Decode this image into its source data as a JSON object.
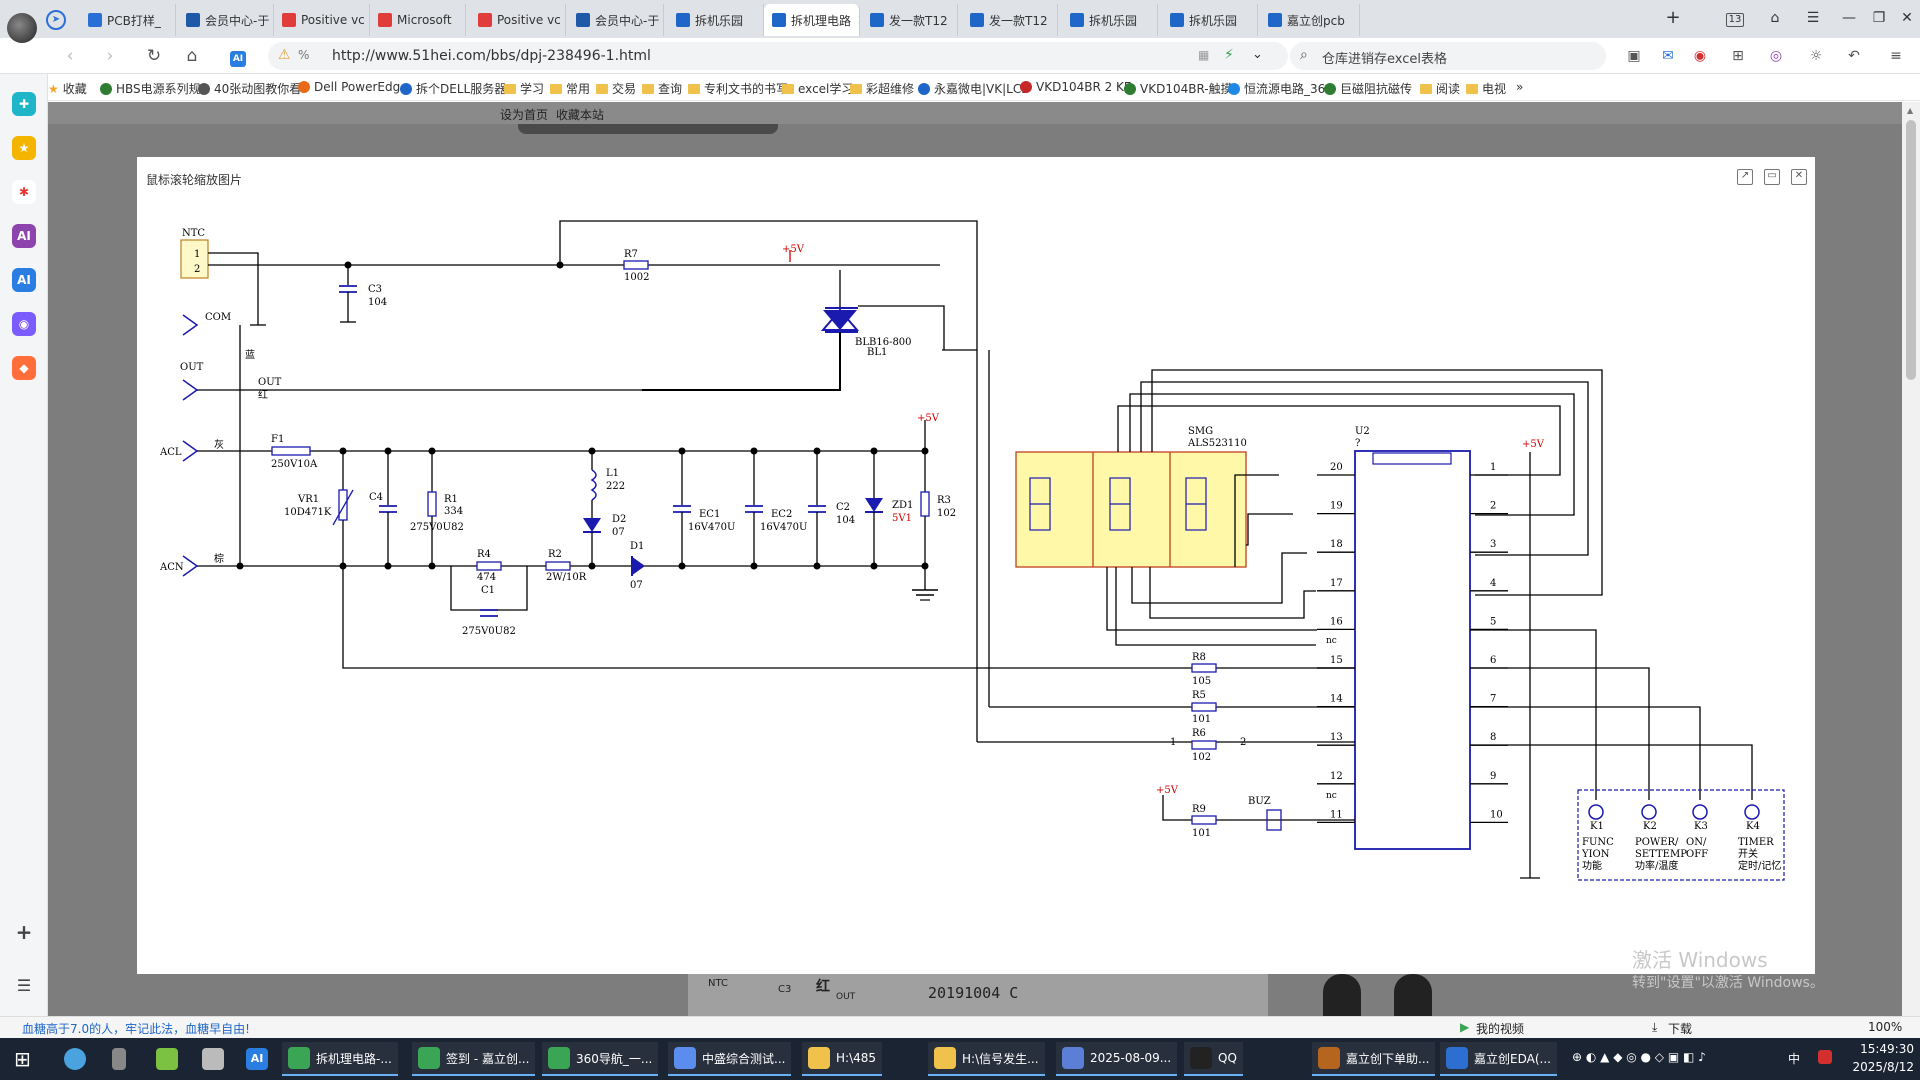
{
  "tabs": [
    {
      "label": "PCB打样_",
      "icon_color": "#2a6fd6",
      "icon": "pcb-icon"
    },
    {
      "label": "会员中心-于",
      "icon_color": "#1f5aa8",
      "icon": "lcsc-icon"
    },
    {
      "label": "Positive vc",
      "icon_color": "#e03c3c",
      "icon": "pdf-icon"
    },
    {
      "label": "Microsoft",
      "icon_color": "#e03c3c",
      "icon": "pdf-icon"
    },
    {
      "label": "Positive vc",
      "icon_color": "#e03c3c",
      "icon": "pdf-icon"
    },
    {
      "label": "会员中心-于",
      "icon_color": "#1f5aa8",
      "icon": "lcsc-icon"
    },
    {
      "label": "拆机乐园",
      "icon_color": "#1e66c8",
      "icon": "51hei-icon"
    },
    {
      "label": "拆机理电路",
      "icon_color": "#1e66c8",
      "icon": "51hei-icon",
      "active": true
    },
    {
      "label": "发一款T12",
      "icon_color": "#1e66c8",
      "icon": "51hei-icon"
    },
    {
      "label": "发一款T12",
      "icon_color": "#1e66c8",
      "icon": "51hei-icon"
    },
    {
      "label": "拆机乐园",
      "icon_color": "#1e66c8",
      "icon": "51hei-icon"
    },
    {
      "label": "拆机乐园",
      "icon_color": "#1e66c8",
      "icon": "51hei-icon"
    },
    {
      "label": "嘉立创pcb",
      "icon_color": "#1e66c8",
      "icon": "51hei-icon"
    }
  ],
  "tab_count": "13",
  "address": {
    "url": "http://www.51hei.com/bbs/dpj-238496-1.html"
  },
  "search": {
    "text": "仓库进销存excel表格"
  },
  "bookmarks": [
    {
      "label": "收藏",
      "type": "star"
    },
    {
      "label": "HBS电源系列规",
      "type": "site",
      "color": "#2e7d32"
    },
    {
      "label": "40张动图教你看",
      "type": "site",
      "color": "#555555"
    },
    {
      "label": "Dell PowerEdge",
      "type": "site",
      "color": "#e86a1a"
    },
    {
      "label": "拆个DELL服务器",
      "type": "site",
      "color": "#1e66c8"
    },
    {
      "label": "学习",
      "type": "folder"
    },
    {
      "label": "常用",
      "type": "folder"
    },
    {
      "label": "交易",
      "type": "folder"
    },
    {
      "label": "查询",
      "type": "folder"
    },
    {
      "label": "专利文书的书写",
      "type": "folder"
    },
    {
      "label": "excel学习",
      "type": "folder"
    },
    {
      "label": "彩超维修",
      "type": "folder"
    },
    {
      "label": "永嘉微电|VK|LCD",
      "type": "site",
      "color": "#1e66c8"
    },
    {
      "label": "VKD104BR 2 KE",
      "type": "site",
      "color": "#c62828"
    },
    {
      "label": "VKD104BR-触摸",
      "type": "site",
      "color": "#2e7d32"
    },
    {
      "label": "恒流源电路_360",
      "type": "site",
      "color": "#1e88e5"
    },
    {
      "label": "巨磁阻抗磁传",
      "type": "site",
      "color": "#2e7d32"
    },
    {
      "label": "阅读",
      "type": "folder"
    },
    {
      "label": "电视",
      "type": "folder"
    }
  ],
  "site": {
    "links": [
      "设为首页",
      "收藏本站"
    ]
  },
  "viewer": {
    "label": "鼠标滚轮缩放图片",
    "buttons": [
      "open-external",
      "restore",
      "close"
    ]
  },
  "schematic": {
    "title": "养生壶原理图",
    "labels": {
      "ntc": "NTC",
      "ntc1": "1",
      "ntc2": "2",
      "com": "COM",
      "out": "OUT",
      "out2": "OUT",
      "blue": "蓝",
      "red": "红",
      "acl": "ACL",
      "acn": "ACN",
      "gray": "灰",
      "brown": "棕",
      "c3": "C3",
      "c3v": "104",
      "r7": "R7",
      "r7v": "1002",
      "p5v_1": "+5V",
      "p5v_2": "+5V",
      "p5v_3": "+5V",
      "p5v_4": "+5V",
      "triac": "BLB16-800",
      "triac_ref": "BL1",
      "f1": "F1",
      "f1v": "250V10A",
      "vr1": "VR1",
      "vr1v": "10D471K",
      "c4": "C4",
      "c4v": "275V0U82",
      "r1": "R1",
      "r1v": "334",
      "l1": "L1",
      "l1v": "222",
      "d2": "D2",
      "d2v": "07",
      "ec1": "EC1",
      "ec1v": "16V470U",
      "ec2": "EC2",
      "ec2v": "16V470U",
      "c2": "C2",
      "c2v": "104",
      "zd1": "ZD1",
      "zd1v": "5V1",
      "r3": "R3",
      "r3v": "102",
      "r4": "R4",
      "r4v": "474",
      "r2": "R2",
      "r2v": "2W/10R",
      "d1": "D1",
      "d1v": "07",
      "c1": "C1",
      "c1v": "275V0U82",
      "smg": "SMG",
      "smgv": "ALS523110",
      "u2": "U2",
      "u2q": "?",
      "r8": "R8",
      "r8v": "105",
      "r5": "R5",
      "r5v": "101",
      "r6": "R6",
      "r6v": "102",
      "r6a": "1",
      "r6b": "2",
      "r9": "R9",
      "r9v": "101",
      "buz": "BUZ",
      "k1": "K1",
      "k1a": "FUNC",
      "k1b": "YION",
      "k1c": "功能",
      "k2": "K2",
      "k2a": "POWER/",
      "k2b": "SETTEMP",
      "k2c": "功率/温度",
      "k3": "K3",
      "k3a": "ON/",
      "k3b": "OFF",
      "k4": "K4",
      "k4a": "TIMER",
      "k4b": "开关",
      "k4c": "定时/记忆"
    },
    "u2_pins_left": [
      "20",
      "19",
      "18",
      "17",
      "16",
      "15",
      "14",
      "13",
      "12",
      "11"
    ],
    "u2_pins_right": [
      "1",
      "2",
      "3",
      "4",
      "5",
      "6",
      "7",
      "8",
      "9",
      "10"
    ],
    "u2_nc_marks": [
      "nc",
      "nc"
    ]
  },
  "page_bg": {
    "caption": "20191004 C",
    "ntc": "NTC",
    "c3": "C3",
    "red": "红",
    "out": "OUT"
  },
  "statusbar": {
    "news": "血糖高于7.0的人，牢记此法，血糖早自由!",
    "myvideo": "我的视频",
    "download": "下载",
    "zoom": "100%"
  },
  "watermark": {
    "line1": "激活 Windows",
    "line2": "转到\"设置\"以激活 Windows。"
  },
  "taskbar": [
    {
      "label": "拆机理电路-...",
      "color": "#3aa655",
      "open": true
    },
    {
      "label": "签到 - 嘉立创...",
      "color": "#3aa655",
      "open": true
    },
    {
      "label": "360导航_一...",
      "color": "#3aa655",
      "open": true
    },
    {
      "label": "中盛综合测试...",
      "color": "#5b8def",
      "open": true
    },
    {
      "label": "H:\\485",
      "color": "#f0c24b",
      "open": true
    },
    {
      "label": "H:\\信号发生...",
      "color": "#f0c24b",
      "open": true
    },
    {
      "label": "2025-08-09...",
      "color": "#5b7fd6",
      "open": true
    },
    {
      "label": "QQ",
      "color": "#222222",
      "open": true
    },
    {
      "label": "嘉立创下单助...",
      "color": "#b5651d",
      "open": true
    },
    {
      "label": "嘉立创EDA(...",
      "color": "#2c6fd1",
      "open": true
    }
  ],
  "clock": {
    "time": "15:49:30",
    "date": "2025/8/12"
  },
  "ime": "中"
}
